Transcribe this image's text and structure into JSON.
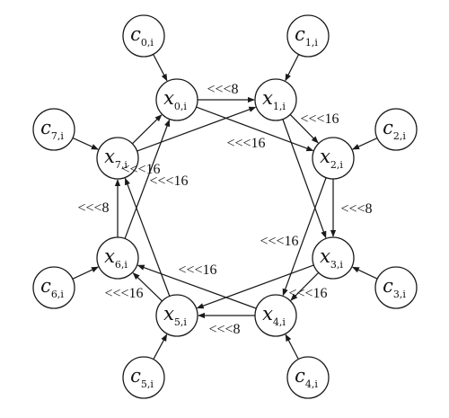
{
  "diagram": {
    "x_nodes": [
      {
        "id": "x0",
        "base": "x",
        "sub": "0,i"
      },
      {
        "id": "x1",
        "base": "x",
        "sub": "1,i"
      },
      {
        "id": "x2",
        "base": "x",
        "sub": "2,i"
      },
      {
        "id": "x3",
        "base": "x",
        "sub": "3,i"
      },
      {
        "id": "x4",
        "base": "x",
        "sub": "4,i"
      },
      {
        "id": "x5",
        "base": "x",
        "sub": "5,i"
      },
      {
        "id": "x6",
        "base": "x",
        "sub": "6,i"
      },
      {
        "id": "x7",
        "base": "x",
        "sub": "7,i"
      }
    ],
    "c_nodes": [
      {
        "id": "c0",
        "base": "c",
        "sub": "0,i"
      },
      {
        "id": "c1",
        "base": "c",
        "sub": "1,i"
      },
      {
        "id": "c2",
        "base": "c",
        "sub": "2,i"
      },
      {
        "id": "c3",
        "base": "c",
        "sub": "3,i"
      },
      {
        "id": "c4",
        "base": "c",
        "sub": "4,i"
      },
      {
        "id": "c5",
        "base": "c",
        "sub": "5,i"
      },
      {
        "id": "c6",
        "base": "c",
        "sub": "6,i"
      },
      {
        "id": "c7",
        "base": "c",
        "sub": "7,i"
      }
    ],
    "edges": [
      {
        "from": "c0",
        "to": "x0"
      },
      {
        "from": "c1",
        "to": "x1"
      },
      {
        "from": "c2",
        "to": "x2"
      },
      {
        "from": "c3",
        "to": "x3"
      },
      {
        "from": "c4",
        "to": "x4"
      },
      {
        "from": "c5",
        "to": "x5"
      },
      {
        "from": "c6",
        "to": "x6"
      },
      {
        "from": "c7",
        "to": "x7"
      },
      {
        "from": "x0",
        "to": "x1"
      },
      {
        "from": "x1",
        "to": "x2"
      },
      {
        "from": "x2",
        "to": "x3"
      },
      {
        "from": "x3",
        "to": "x4"
      },
      {
        "from": "x4",
        "to": "x5"
      },
      {
        "from": "x5",
        "to": "x6"
      },
      {
        "from": "x6",
        "to": "x7"
      },
      {
        "from": "x7",
        "to": "x0"
      },
      {
        "from": "x0",
        "to": "x2"
      },
      {
        "from": "x1",
        "to": "x3"
      },
      {
        "from": "x2",
        "to": "x4"
      },
      {
        "from": "x3",
        "to": "x5"
      },
      {
        "from": "x4",
        "to": "x6"
      },
      {
        "from": "x5",
        "to": "x7"
      },
      {
        "from": "x6",
        "to": "x0"
      },
      {
        "from": "x7",
        "to": "x1"
      }
    ],
    "rotation_labels": [
      {
        "id": "r01",
        "text": "<<<8"
      },
      {
        "id": "r12",
        "text": "<<<16"
      },
      {
        "id": "r23",
        "text": "<<<8"
      },
      {
        "id": "r34",
        "text": "<<<16"
      },
      {
        "id": "r45",
        "text": "<<<8"
      },
      {
        "id": "r56",
        "text": "<<<16"
      },
      {
        "id": "r67",
        "text": "<<<8"
      },
      {
        "id": "r70",
        "text": "<<<16"
      },
      {
        "id": "rdiag_top",
        "text": "<<<16"
      },
      {
        "id": "rdiag_left",
        "text": "<<<16"
      },
      {
        "id": "rdiag_right",
        "text": "<<<16"
      },
      {
        "id": "rdiag_bottom",
        "text": "<<<16"
      }
    ]
  }
}
